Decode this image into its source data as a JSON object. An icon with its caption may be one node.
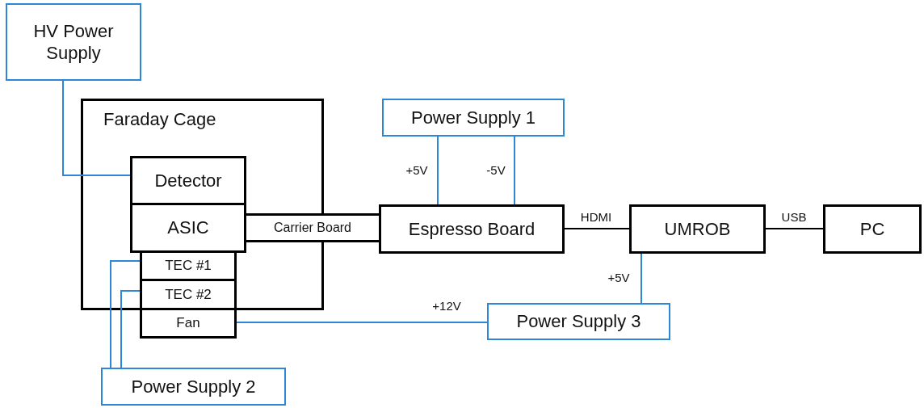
{
  "diagram": {
    "nodes": [
      {
        "text": [
          "HV Power Supply"
        ]
      },
      {
        "text": [
          "Faraday Cage"
        ]
      },
      {
        "text": [
          "Detector"
        ],
        "in": 1
      },
      {
        "text": [
          "ASIC"
        ],
        "in": 1
      },
      {
        "text": [
          "TEC #1"
        ],
        "in": 1
      },
      {
        "text": [
          "TEC #2"
        ],
        "in": 1
      },
      {
        "text": [
          "Fan"
        ]
      },
      {
        "text": [
          "Carrier Board"
        ]
      },
      {
        "text": [
          "Power Supply 1"
        ]
      },
      {
        "text": [
          "Espresso Board"
        ]
      },
      {
        "text": [
          "UMROB"
        ]
      },
      {
        "text": [
          "PC"
        ]
      },
      {
        "text": [
          "Power Supply 3"
        ]
      },
      {
        "text": [
          "Power Supply 2"
        ]
      }
    ],
    "edges": [
      {
        "from": 0,
        "to": 2,
        "arrow": "none"
      },
      {
        "from": 13,
        "to": 4,
        "arrow": "none"
      },
      {
        "from": 13,
        "to": 5,
        "arrow": "none"
      },
      {
        "from": 6,
        "to": 12,
        "arrow": "none",
        "label": "+12V"
      },
      {
        "from": 8,
        "to": 9,
        "arrow": "none",
        "label": "+5V"
      },
      {
        "from": 8,
        "to": 9,
        "arrow": "none",
        "label": "-5V"
      },
      {
        "from": 9,
        "to": 10,
        "arrow": "none",
        "label": "HDMI",
        "color": "#000000"
      },
      {
        "from": 10,
        "to": 11,
        "arrow": "none",
        "label": "USB",
        "color": "#000000"
      },
      {
        "from": 10,
        "to": 12,
        "arrow": "none",
        "label": "+5V"
      }
    ]
  }
}
